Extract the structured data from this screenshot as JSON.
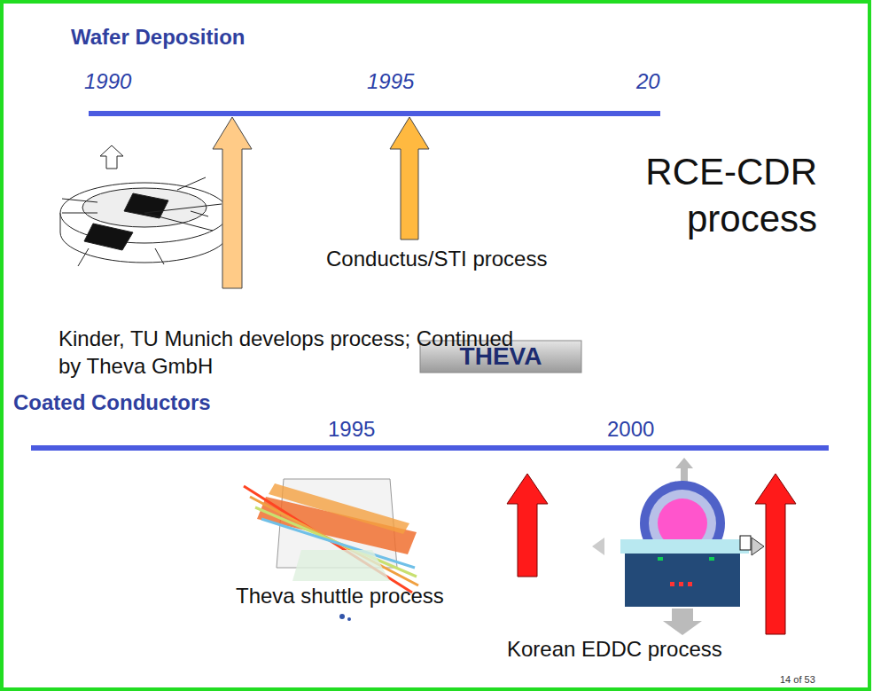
{
  "diagram": {
    "labels": [
      "Wafer Deposition",
      "1990",
      "1995",
      "20",
      "RCE-CDR process",
      "Conductus/STI process",
      "Kinder, TU Munich develops process; Continued by Theva GmbH",
      "THEVA",
      "Coated Conductors",
      "1995",
      "2000",
      "Theva shuttle process",
      "Korean EDDC process",
      "14 of 53"
    ]
  }
}
